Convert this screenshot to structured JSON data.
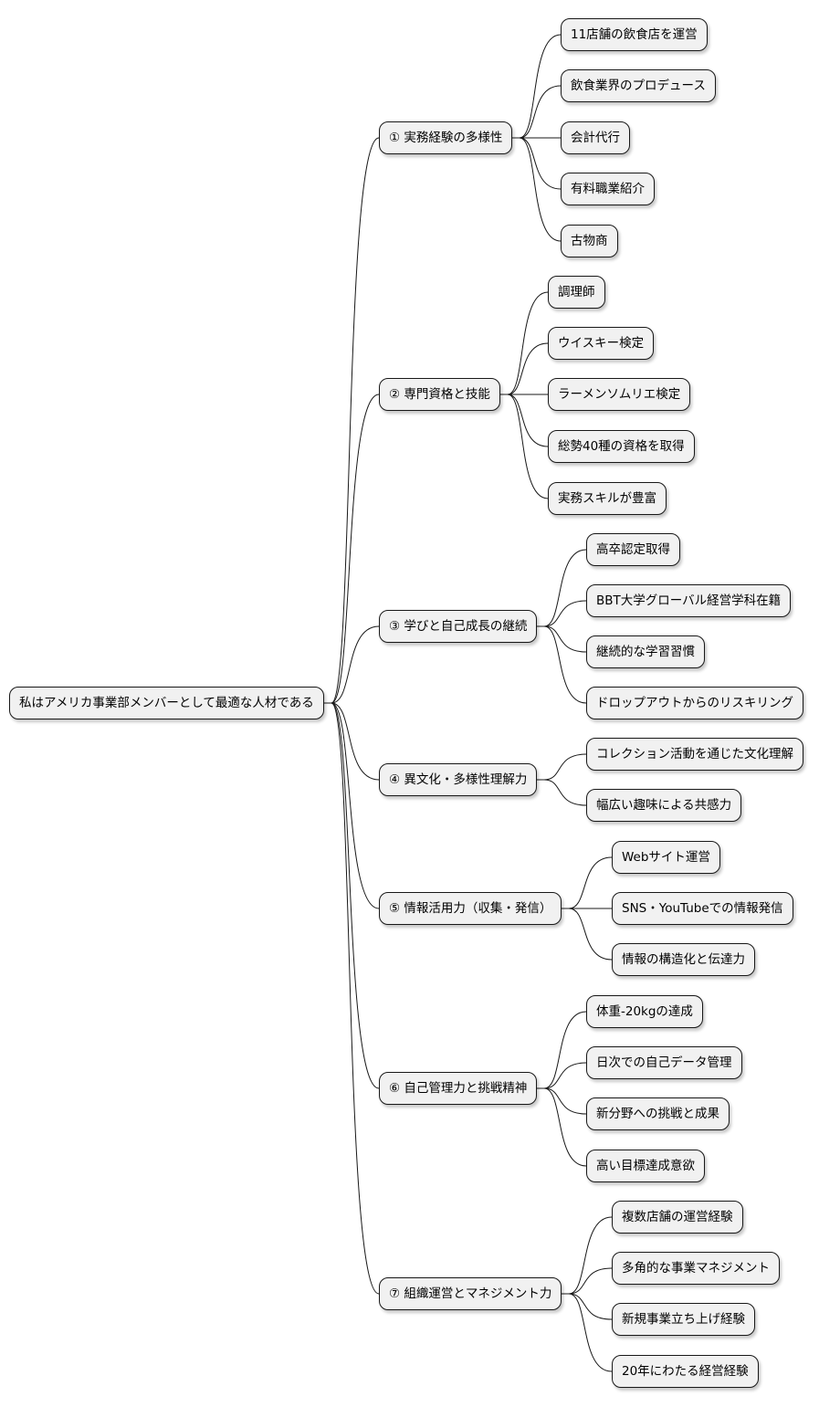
{
  "root": {
    "label": "私はアメリカ事業部メンバーとして最適な人材である"
  },
  "branches": [
    {
      "label": "① 実務経験の多様性",
      "children": [
        "11店舗の飲食店を運営",
        "飲食業界のプロデュース",
        "会計代行",
        "有料職業紹介",
        "古物商"
      ]
    },
    {
      "label": "② 専門資格と技能",
      "children": [
        "調理師",
        "ウイスキー検定",
        "ラーメンソムリエ検定",
        "総勢40種の資格を取得",
        "実務スキルが豊富"
      ]
    },
    {
      "label": "③ 学びと自己成長の継続",
      "children": [
        "高卒認定取得",
        "BBT大学グローバル経営学科在籍",
        "継続的な学習習慣",
        "ドロップアウトからのリスキリング"
      ]
    },
    {
      "label": "④ 異文化・多様性理解力",
      "children": [
        "コレクション活動を通じた文化理解",
        "幅広い趣味による共感力"
      ]
    },
    {
      "label": "⑤ 情報活用力（収集・発信）",
      "children": [
        "Webサイト運営",
        "SNS・YouTubeでの情報発信",
        "情報の構造化と伝達力"
      ]
    },
    {
      "label": "⑥ 自己管理力と挑戦精神",
      "children": [
        "体重-20kgの達成",
        "日次での自己データ管理",
        "新分野への挑戦と成果",
        "高い目標達成意欲"
      ]
    },
    {
      "label": "⑦ 組織運営とマネジメント力",
      "children": [
        "複数店舗の運営経験",
        "多角的な事業マネジメント",
        "新規事業立ち上げ経験",
        "20年にわたる経営経験"
      ]
    }
  ],
  "colors": {
    "node_fill": "#f1f1f1",
    "node_border": "#181818",
    "edge": "#181818"
  }
}
